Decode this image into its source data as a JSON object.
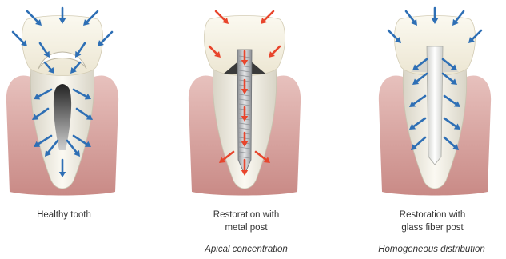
{
  "figures": [
    {
      "caption_lines": [
        "Healthy tooth"
      ],
      "subcaption": ""
    },
    {
      "caption_lines": [
        "Restoration with",
        "metal post"
      ],
      "subcaption": "Apical concentration"
    },
    {
      "caption_lines": [
        "Restoration with",
        "glass fiber post"
      ],
      "subcaption": "Homogeneous distribution"
    }
  ],
  "colors": {
    "arrow_blue": "#2e6fb5",
    "arrow_red": "#e8452c",
    "gum": "#d9a7a2",
    "tooth": "#f4f1e6",
    "metal_post": "#b9bcc0",
    "fiber_post": "#f2f2f0"
  },
  "icons": [
    "stress-arrow",
    "tooth",
    "gum",
    "metal-post",
    "fiber-post"
  ]
}
